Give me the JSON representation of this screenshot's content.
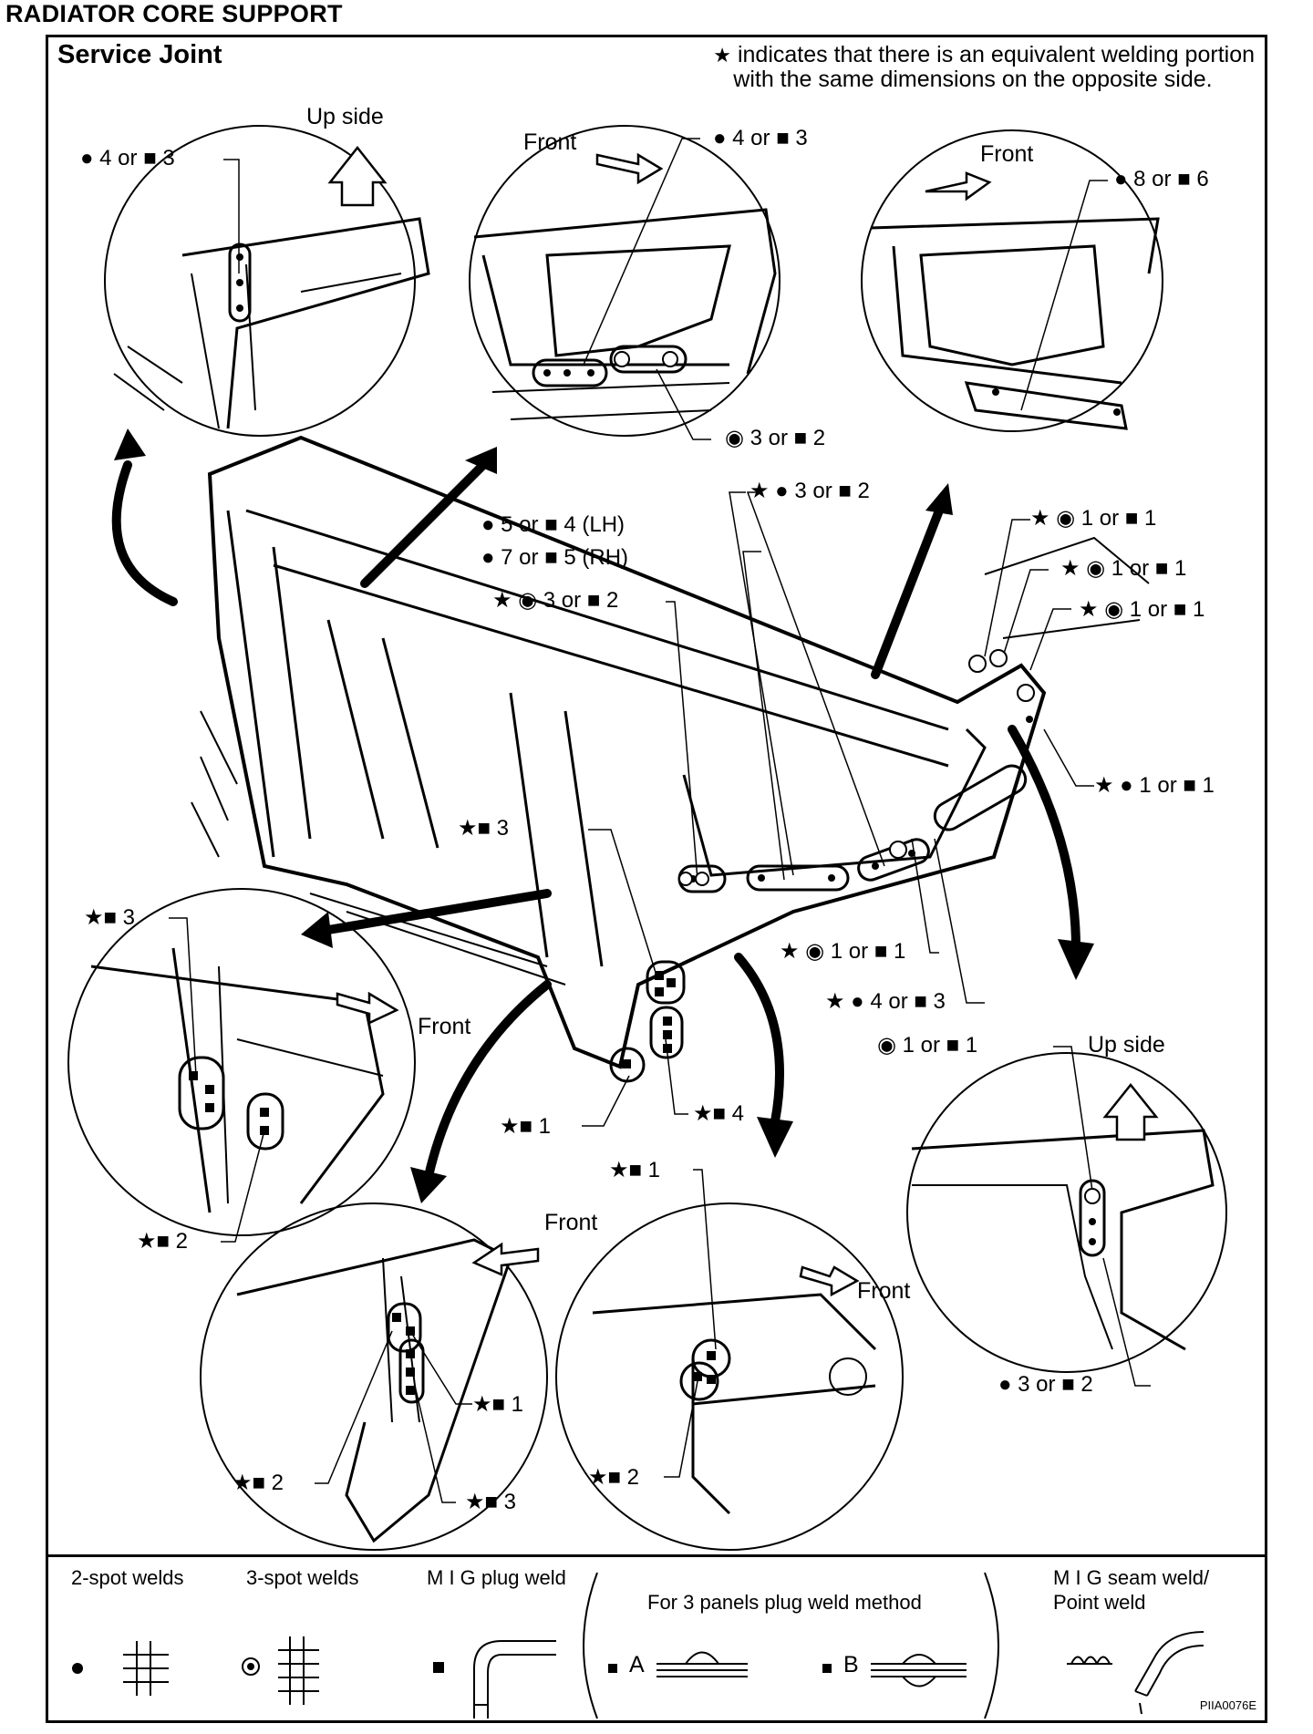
{
  "title": "RADIATOR CORE SUPPORT",
  "section": "Service Joint",
  "note": {
    "symbol": "★",
    "line1": "indicates that there is an equivalent welding portion",
    "line2": "with the same dimensions on the opposite side."
  },
  "directions": {
    "up_side": "Up side",
    "front": "Front"
  },
  "labels": {
    "tl": "● 4 or ■ 3",
    "tc_top": "● 4 or ■ 3",
    "tc_bottom": "◉ 3 or ■ 2",
    "tr": "● 8 or ■ 6",
    "c_star_3or2": "★ ● 3 or ■ 2",
    "c_5or4": "● 5 or ■ 4 (LH)",
    "c_7or5": "● 7 or ■ 5 (RH)",
    "c_star_ring_3or2": "★ ◉ 3 or ■ 2",
    "r_1a": "★ ◉ 1 or ■ 1",
    "r_1b": "★ ◉ 1 or ■ 1",
    "r_1c": "★ ◉ 1 or ■ 1",
    "r_1d": "★ ● 1 or ■ 1",
    "c_star_sq3": "★■ 3",
    "c_ring_1or1": "★ ◉ 1 or ■ 1",
    "c_4or3": "★ ● 4 or ■ 3",
    "br_ring": "◉ 1 or ■ 1",
    "br_bottom": "● 3 or ■ 2",
    "ml_sq3": "★■ 3",
    "ml_sq2": "★■ 2",
    "bc_sq1": "★■ 1",
    "bc_sq4": "★■ 4",
    "bl_sq1": "★■ 1",
    "bl_sq2": "★■ 2",
    "bl_sq3": "★■ 3",
    "bm_sq1": "★■ 1",
    "bm_sq2": "★■ 2"
  },
  "legend": {
    "two_spot": "2-spot welds",
    "three_spot": "3-spot welds",
    "mig_plug": "M I G plug weld",
    "three_panels": "For 3 panels plug weld method",
    "a": "A",
    "b": "B",
    "mig_seam": "M I G seam weld/",
    "point_weld": "Point weld",
    "code": "PIIA0076E"
  }
}
